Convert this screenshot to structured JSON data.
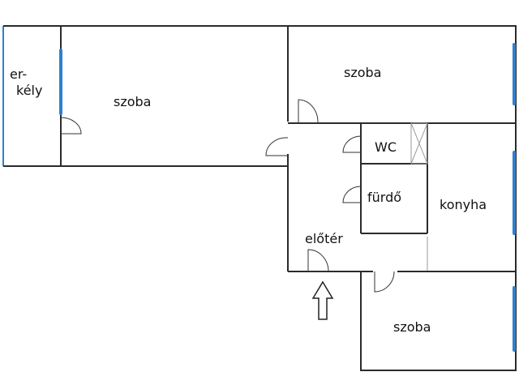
{
  "rooms": {
    "balcony_line1": "er-",
    "balcony_line2": "kély",
    "room_left": "szoba",
    "room_top_right": "szoba",
    "wc": "WC",
    "bathroom": "fürdő",
    "kitchen": "konyha",
    "hall": "előtér",
    "room_bottom": "szoba"
  },
  "colors": {
    "wall": "#2b2b2b",
    "window": "#2f7fd0",
    "balcony_edge": "#2f7fd0"
  },
  "icons": {
    "entrance": "arrow-up-icon"
  }
}
